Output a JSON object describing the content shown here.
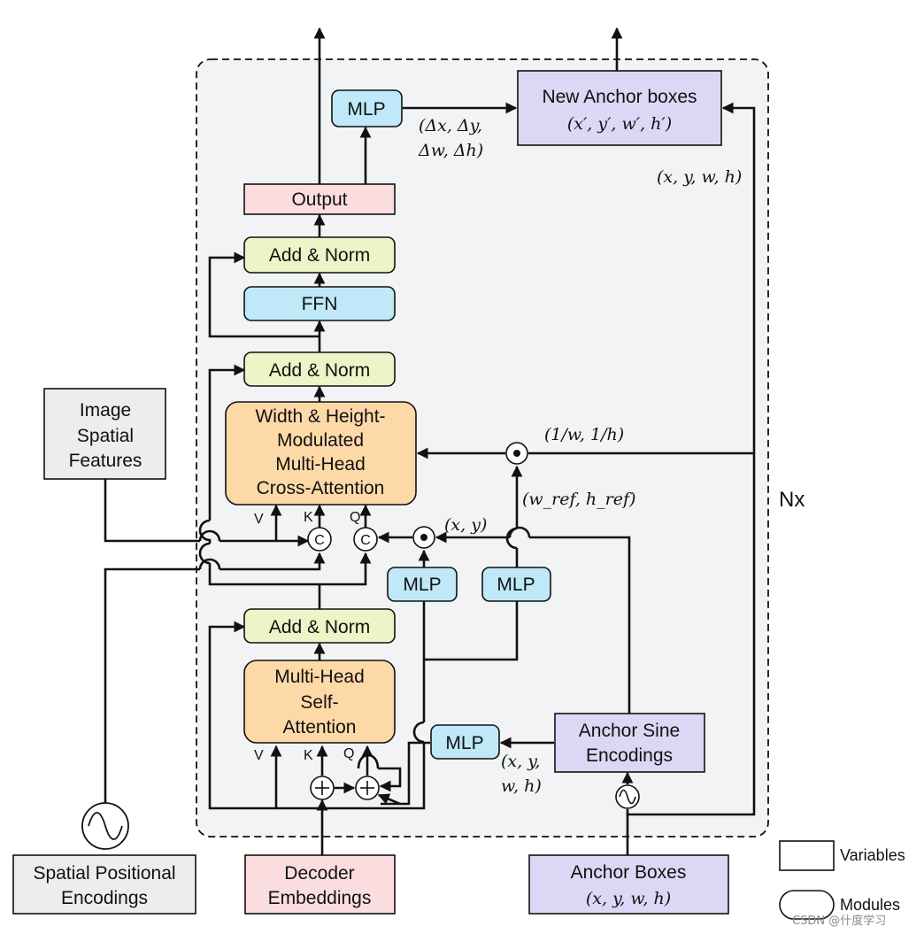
{
  "diagram": {
    "nodes": {
      "mlp_top": "MLP",
      "new_anchor_title": "New Anchor boxes",
      "new_anchor_math": "(x′, y′, w′, h′)",
      "output": "Output",
      "add_norm_3": "Add & Norm",
      "ffn": "FFN",
      "add_norm_2": "Add & Norm",
      "cross_attn": [
        "Width & Height-",
        "Modulated",
        "Multi-Head",
        "Cross-Attention"
      ],
      "image_features": [
        "Image",
        "Spatial",
        "Features"
      ],
      "mlp_xy": "MLP",
      "mlp_ref": "MLP",
      "add_norm_1": "Add & Norm",
      "self_attn": [
        "Multi-Head",
        "Self-",
        "Attention"
      ],
      "mlp_bottom": "MLP",
      "anchor_sine": [
        "Anchor Sine",
        "Encodings"
      ],
      "spatial_pos": [
        "Spatial Positional",
        "Encodings"
      ],
      "decoder_emb": [
        "Decoder",
        "Embeddings"
      ],
      "anchor_boxes_title": "Anchor Boxes",
      "anchor_boxes_math": "(x, y, w, h)"
    },
    "labels": {
      "delta_1": "(Δx, Δy,",
      "delta_2": "Δw, Δh)",
      "xywh_right": "(x, y, w, h)",
      "inv_wh": "(1/w, 1/h)",
      "wh_ref": "(w_ref, h_ref)",
      "xy": "(x, y)",
      "xywh_1": "(x, y,",
      "xywh_2": "w, h)",
      "v1": "V",
      "k1": "K",
      "q1": "Q",
      "v2": "V",
      "k2": "K",
      "q2": "Q",
      "concat1": "C",
      "concat2": "C",
      "nx": "Nx"
    },
    "legend": {
      "variables": "Variables",
      "modules": "Modules"
    },
    "watermark": "CSDN @什度学习",
    "colors": {
      "mlp": "#bfe9f8",
      "add_norm": "#eef3c8",
      "output": "#fbdde0",
      "attention": "#fdd9a8",
      "anchor": "#ddd6f5",
      "gray": "#ededeb",
      "panel": "#f2f3f4"
    }
  }
}
